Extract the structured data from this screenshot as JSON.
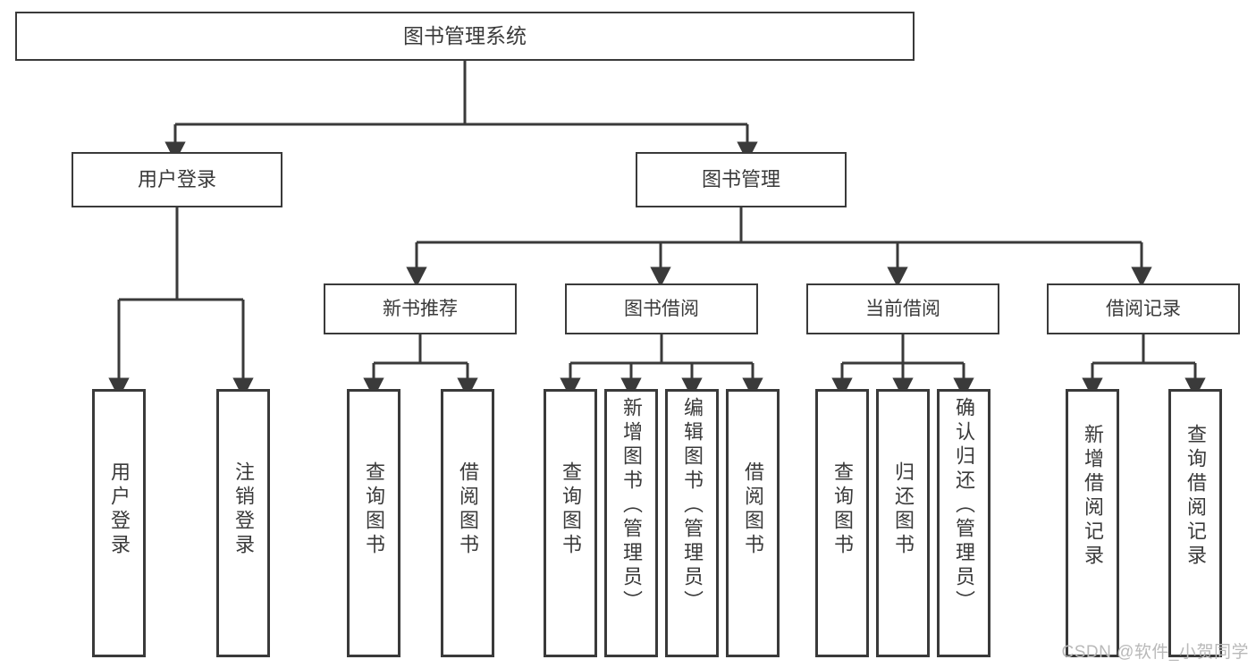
{
  "diagram": {
    "title": "图书管理系统",
    "type": "tree-hierarchy",
    "root": {
      "id": "root",
      "label": "图书管理系统"
    },
    "level2": [
      {
        "id": "user-login",
        "label": "用户登录"
      },
      {
        "id": "book-manage",
        "label": "图书管理"
      }
    ],
    "level3": [
      {
        "id": "new-book-rec",
        "label": "新书推荐",
        "parent": "book-manage"
      },
      {
        "id": "book-borrow",
        "label": "图书借阅",
        "parent": "book-manage"
      },
      {
        "id": "current-borrow",
        "label": "当前借阅",
        "parent": "book-manage"
      },
      {
        "id": "borrow-record",
        "label": "借阅记录",
        "parent": "book-manage"
      }
    ],
    "leaves": [
      {
        "id": "leaf-user-login",
        "label": "用户登录",
        "parent": "user-login"
      },
      {
        "id": "leaf-logout",
        "label": "注销登录",
        "parent": "user-login"
      },
      {
        "id": "leaf-query-book-1",
        "label": "查询图书",
        "parent": "new-book-rec"
      },
      {
        "id": "leaf-borrow-book-1",
        "label": "借阅图书",
        "parent": "new-book-rec"
      },
      {
        "id": "leaf-query-book-2",
        "label": "查询图书",
        "parent": "book-borrow"
      },
      {
        "id": "leaf-add-book",
        "label": "新增图书（管理员）",
        "parent": "book-borrow"
      },
      {
        "id": "leaf-edit-book",
        "label": "编辑图书（管理员）",
        "parent": "book-borrow"
      },
      {
        "id": "leaf-borrow-book-2",
        "label": "借阅图书",
        "parent": "book-borrow"
      },
      {
        "id": "leaf-query-book-3",
        "label": "查询图书",
        "parent": "current-borrow"
      },
      {
        "id": "leaf-return-book",
        "label": "归还图书",
        "parent": "current-borrow"
      },
      {
        "id": "leaf-confirm-return",
        "label": "确认归还（管理员）",
        "parent": "current-borrow"
      },
      {
        "id": "leaf-add-record",
        "label": "新增借阅记录",
        "parent": "borrow-record"
      },
      {
        "id": "leaf-query-record",
        "label": "查询借阅记录",
        "parent": "borrow-record"
      }
    ],
    "colors": {
      "line": "#3a3a3a",
      "box_border": "#3a3a3a",
      "box_fill": "#ffffff",
      "text": "#3a3a3a",
      "watermark": "#b9b9b9"
    }
  },
  "watermark": {
    "text": "CSDN @软件_小贺同学"
  }
}
